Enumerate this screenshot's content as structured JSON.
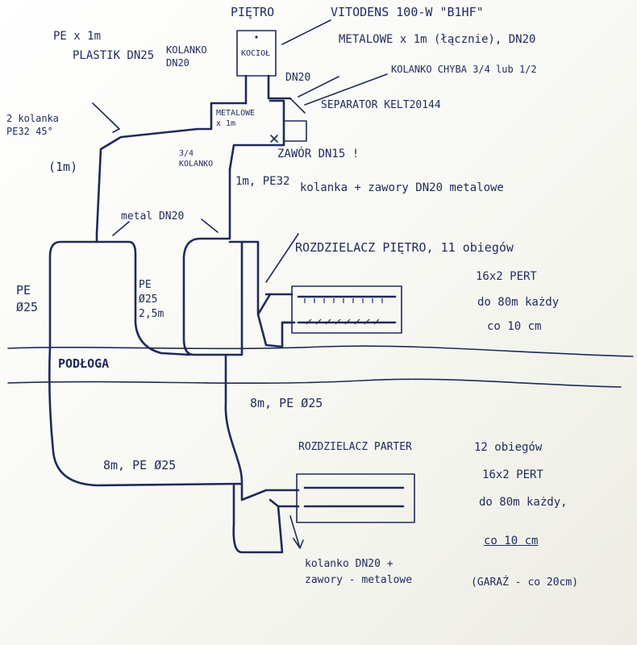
{
  "labels": {
    "pietro": "PIĘTRO",
    "vitodens": "VITODENS 100-W \"B1HF\"",
    "metalowe_total": "METALOWE x 1m (łącznie), DN20",
    "kolanko_chyba": "KOLANKO CHYBA 3/4 lub 1/2",
    "separator": "SEPARATOR KELT20144",
    "kociol": "KOCIOŁ",
    "kolanko_dn20": "KOLANKO DN20",
    "dn20": "DN20",
    "pe_x1m": "PE x 1m",
    "plastik_dn25": "PLASTIK DN25",
    "dwa_kolanka": "2 kolanka PE32 45°",
    "one_m": "(1m)",
    "metalowe_1m": "METALOWE x 1m",
    "kolanko_34": "3/4 KOLANKO",
    "zawor": "ZAWÓR DN15 !",
    "pe32_1m": "1m, PE32",
    "kolanka_zawory": "kolanka + zawory DN20 metalowe",
    "metal_dn20": "metal DN20",
    "rozdzielacz_pietro": "ROZDZIELACZ PIĘTRO, 11 obiegów",
    "pert_16x2_a": "16x2 PERT",
    "do_80m_a": "do 80m każdy",
    "co_10cm_a": "co 10 cm",
    "pe_025_left": "PE Ø25",
    "pe_025_mid": "PE Ø25 2,5m",
    "podloga": "PODŁOGA",
    "pe_8m_a": "8m, PE Ø25",
    "pe_8m_b": "8m, PE Ø25",
    "rozdzielacz_parter": "ROZDZIELACZ PARTER",
    "obiegow_12": "12 obiegów",
    "pert_16x2_b": "16x2 PERT",
    "do_80m_b": "do 80m każdy,",
    "co_10cm_b": "co 10 cm",
    "garaz": "(GARAŻ - co 20cm)",
    "kolanko_dn20_bottom": "kolanko DN20 + zawory - metalowe"
  }
}
